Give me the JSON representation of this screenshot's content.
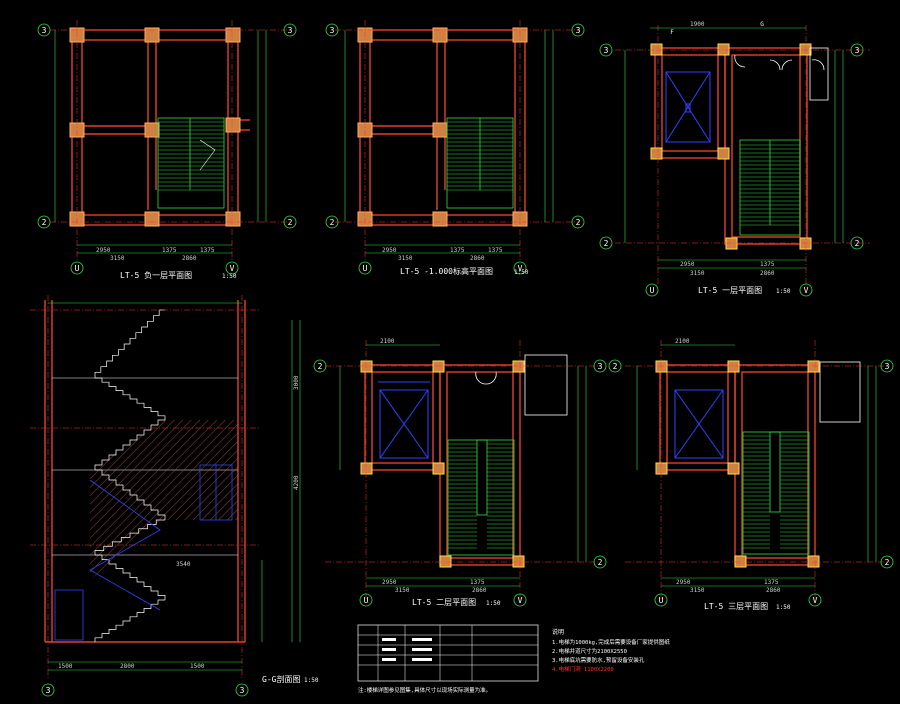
{
  "drawings": {
    "plan_basement": "LT-5 负一层平面图",
    "plan_mid": "LT-5 -1.000标高平面图",
    "plan_first": "LT-5 一层平面图",
    "section": "G-G剖面图",
    "plan_second": "LT-5 二层平面图",
    "plan_third": "LT-5 三层平面图",
    "scale": "1:50"
  },
  "axes": {
    "a3": "3",
    "a2": "2",
    "aU": "U",
    "aV": "V",
    "aG": "G",
    "aF": "F"
  },
  "dims": {
    "d2950": "2950",
    "d1375": "1375",
    "d3150": "3150",
    "d2860": "2860",
    "d2100": "2100",
    "d2800": "2800",
    "d3540": "3540",
    "d1500": "1500",
    "d4200": "4200",
    "d3000": "3000",
    "d1900": "1900"
  },
  "notes": {
    "title": "说明",
    "n1": "1.电梯为1000kg,完成后需要设备厂家提供图纸",
    "n2": "2.电梯井道尺寸为2100X2550",
    "n3": "3.电梯底坑需要防水,预留设备安装孔",
    "n4": "4.电梯门洞 1100X2200"
  },
  "bottom_note": "注:楼梯详图参见图集,具体尺寸以现场实际测量为准。"
}
